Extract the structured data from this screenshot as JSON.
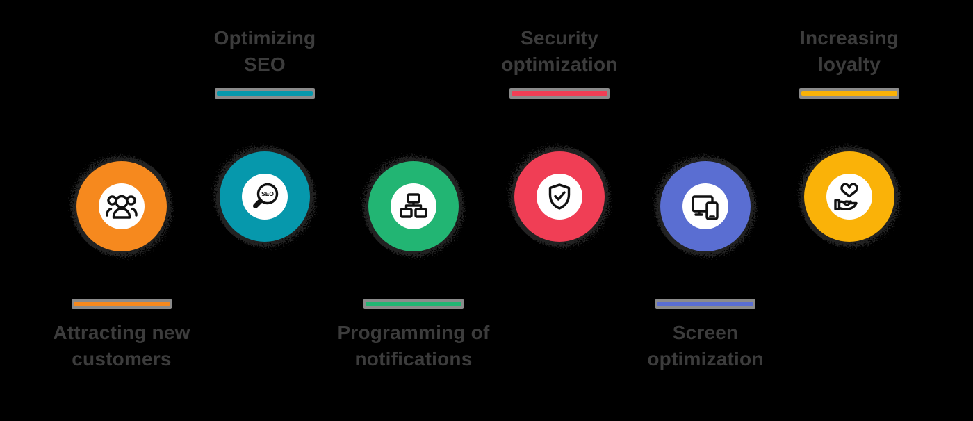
{
  "background_color": "#000000",
  "text_color": "#3c3c3c",
  "bar_track_color": "#8b8b8b",
  "steps": [
    {
      "id": "attracting-new-customers",
      "label_line1": "Attracting new",
      "label_line2": "customers",
      "label_position": "below",
      "color": "#F6891E",
      "icon": "people-group-icon"
    },
    {
      "id": "optimizing-seo",
      "label_line1": "Optimizing",
      "label_line2": "SEO",
      "label_position": "above",
      "color": "#0698AC",
      "icon": "seo-magnifier-icon",
      "icon_text": "SEO"
    },
    {
      "id": "programming-of-notifications",
      "label_line1": "Programming of",
      "label_line2": "notifications",
      "label_position": "below",
      "color": "#22B573",
      "icon": "sitemap-icon"
    },
    {
      "id": "security-optimization",
      "label_line1": "Security",
      "label_line2": "optimization",
      "label_position": "above",
      "color": "#F03E55",
      "icon": "shield-check-icon"
    },
    {
      "id": "screen-optimization",
      "label_line1": "Screen",
      "label_line2": "optimization",
      "label_position": "below",
      "color": "#5A6ED2",
      "icon": "responsive-devices-icon"
    },
    {
      "id": "increasing-loyalty",
      "label_line1": "Increasing",
      "label_line2": "loyalty",
      "label_position": "above",
      "color": "#FAB208",
      "icon": "hand-heart-icon"
    }
  ]
}
